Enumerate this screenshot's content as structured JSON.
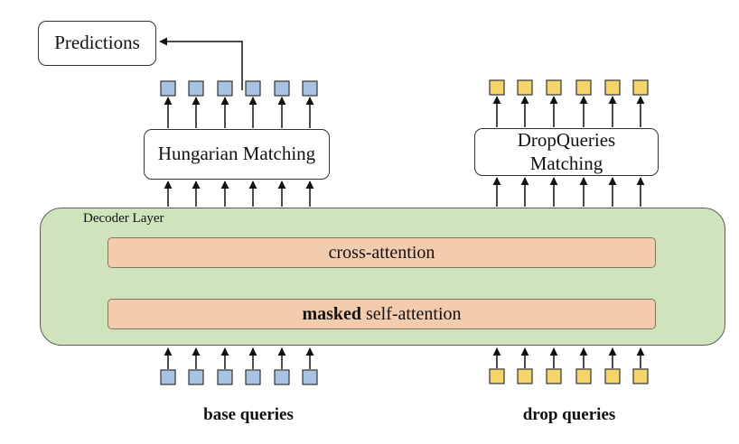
{
  "predictions_label": "Predictions",
  "hungarian_label": "Hungarian Matching",
  "dropqueries_label": "DropQueries\nMatching",
  "decoder_label": "Decoder Layer",
  "cross_attention_label": "cross-attention",
  "masked_bold": "masked",
  "self_attention_label": "self-attention",
  "base_queries_label": "base queries",
  "drop_queries_label": "drop queries",
  "colors": {
    "base_query": "#a8c2e4",
    "drop_query": "#f5d56a",
    "decoder_fill": "#cfe4bd",
    "attention_fill": "#f3ccad"
  }
}
